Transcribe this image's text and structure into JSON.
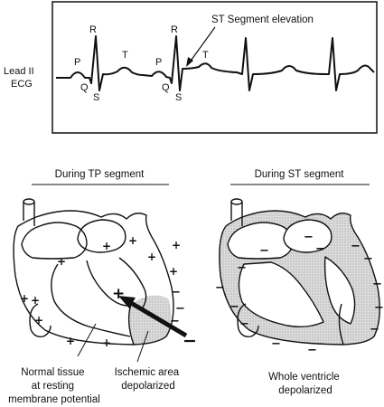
{
  "ecg": {
    "lead_label_line1": "Lead II",
    "lead_label_line2": "ECG",
    "st_annotation": "ST Segment elevation",
    "wave_labels": {
      "P": "P",
      "Q": "Q",
      "R": "R",
      "S": "S",
      "T": "T"
    }
  },
  "left_panel": {
    "title": "During TP segment",
    "caption_normal": [
      "Normal tissue",
      "at resting",
      "membrane potential"
    ],
    "caption_ischemic": [
      "Ischemic area",
      "depolarized"
    ],
    "vector_plus": "+",
    "vector_minus": "−"
  },
  "right_panel": {
    "title": "During ST segment",
    "caption": [
      "Whole ventricle",
      "depolarized"
    ]
  },
  "signs": {
    "plus": "+",
    "minus": "−"
  },
  "colors": {
    "ink": "#111111",
    "depolarized_fill": "#d6d6d6",
    "background": "#ffffff"
  }
}
